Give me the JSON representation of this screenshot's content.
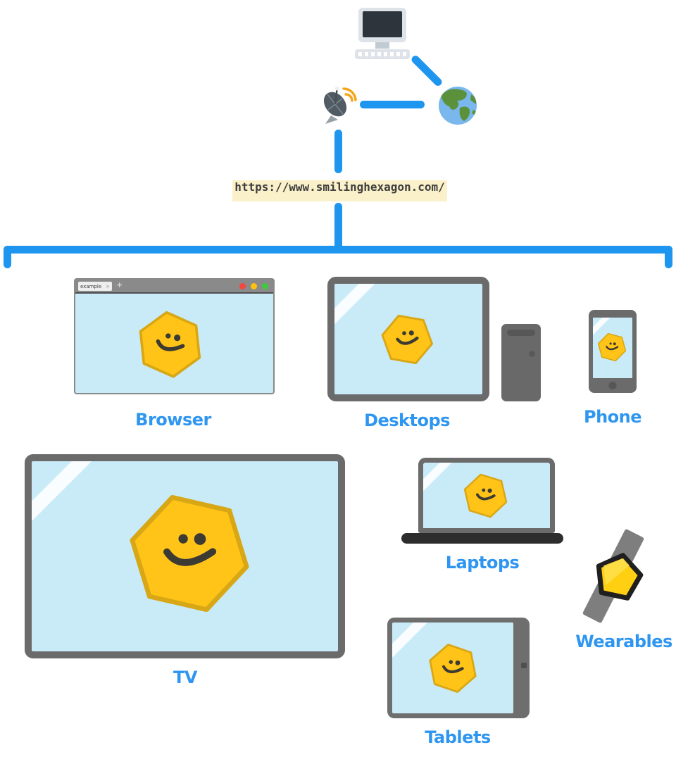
{
  "url_label": "https://www.smilinghexagon.com/",
  "network": {
    "computer_icon": "desktop-computer-icon",
    "satellite_icon": "satellite-antenna-icon",
    "globe_icon": "globe-americas-icon"
  },
  "browser_window": {
    "tab_title": "example",
    "tab_close": "×",
    "new_tab_button": "+"
  },
  "device_labels": {
    "browser": "Browser",
    "desktops": "Desktops",
    "phone": "Phone",
    "tv": "TV",
    "laptops": "Laptops",
    "wearables": "Wearables",
    "tablets": "Tablets"
  },
  "colors": {
    "connector_blue": "#1E96F0",
    "label_blue": "#2E96F0",
    "screen_blue": "#C9EBF8",
    "frame_gray": "#6B6B6B",
    "hexagon_fill": "#FFC417",
    "hexagon_stroke": "#D8A716",
    "face_dark": "#3B3A33",
    "url_box_bg": "#FAF0C9",
    "url_text": "#3E3E3E",
    "traffic_red": "#F5473D",
    "traffic_yellow": "#FFC20C",
    "traffic_green": "#3FC93F",
    "watch_face_fill": "#FFD012",
    "watch_face_stroke": "#1F1F1F",
    "signal_orange": "#F7A41C",
    "globe_ocean": "#79B7EC",
    "globe_land": "#5C913B"
  }
}
